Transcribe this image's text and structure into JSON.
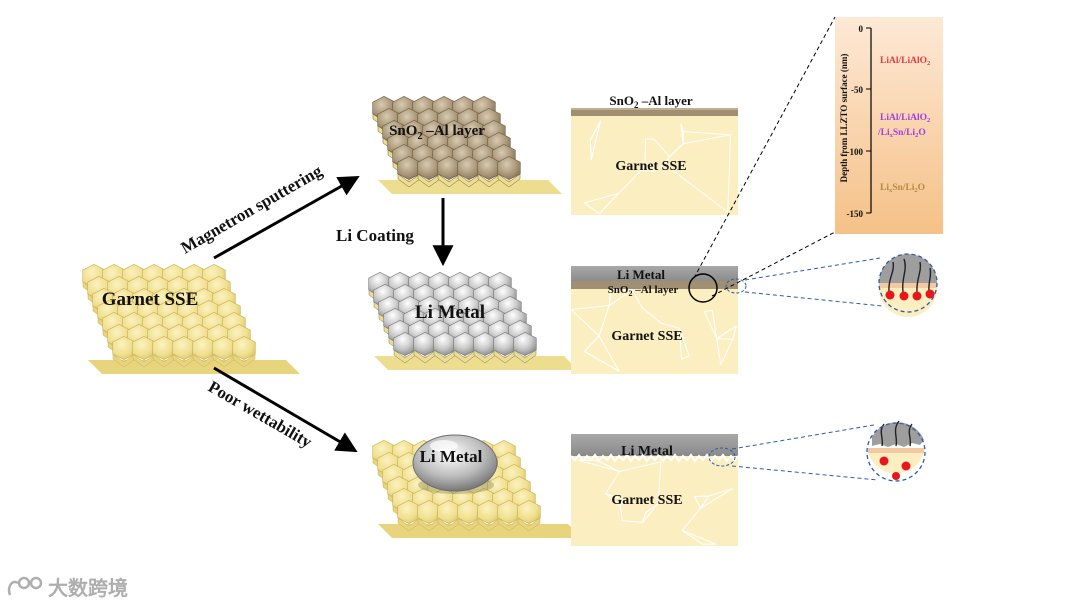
{
  "colors": {
    "garnet": "#f2e39a",
    "garnet_dark": "#d9c46a",
    "sno2": "#a08f72",
    "li_metal": "#bdbdbd",
    "arrow": "#000000",
    "depth_top": "#fde6cf",
    "depth_bottom": "#f6c48a",
    "li_al": "#e8393b",
    "li_al_sn": "#a43ee0",
    "li_sn": "#b58a3e",
    "red_particle": "#e8161b",
    "zoom_dash": "#2e5da8"
  },
  "labels": {
    "garnet_start": "Garnet SSE",
    "sno2_block": "SnO",
    "sno2_block_sub": "2",
    "sno2_block_tail": " –Al layer",
    "li_block": "Li Metal",
    "li_droplet": "Li Metal",
    "magnetron": "Magnetron sputtering",
    "li_coating": "Li Coating",
    "poor_wettability": "Poor wettability"
  },
  "cross_sections": {
    "top": {
      "layer_label": "SnO",
      "layer_sub": "2",
      "layer_tail": " –Al layer",
      "body": "Garnet SSE"
    },
    "middle": {
      "top_label": "Li Metal",
      "layer_label": "SnO",
      "layer_sub": "2",
      "layer_tail": " –Al layer",
      "body": "Garnet SSE"
    },
    "bottom": {
      "top_label": "Li Metal",
      "body": "Garnet SSE"
    }
  },
  "depth_chart": {
    "ylabel": "Depth from LLZTO surface (nm)",
    "ticks": [
      "0",
      "-50",
      "-100",
      "-150"
    ],
    "zones": [
      {
        "line1": "LiAl/LiAlO",
        "sub1": "2",
        "line2": "",
        "sub2": "",
        "line2b": ""
      },
      {
        "line1": "LiAl/LiAlO",
        "sub1": "2",
        "line2": "/Li",
        "sub2": "x",
        "line2b": "Sn/Li",
        "sub3": "2",
        "line2c": "O"
      },
      {
        "line1": "Li",
        "sub1": "x",
        "line1b": "Sn/Li",
        "sub1b": "2",
        "line1c": "O"
      }
    ]
  },
  "watermark": "大数跨境"
}
